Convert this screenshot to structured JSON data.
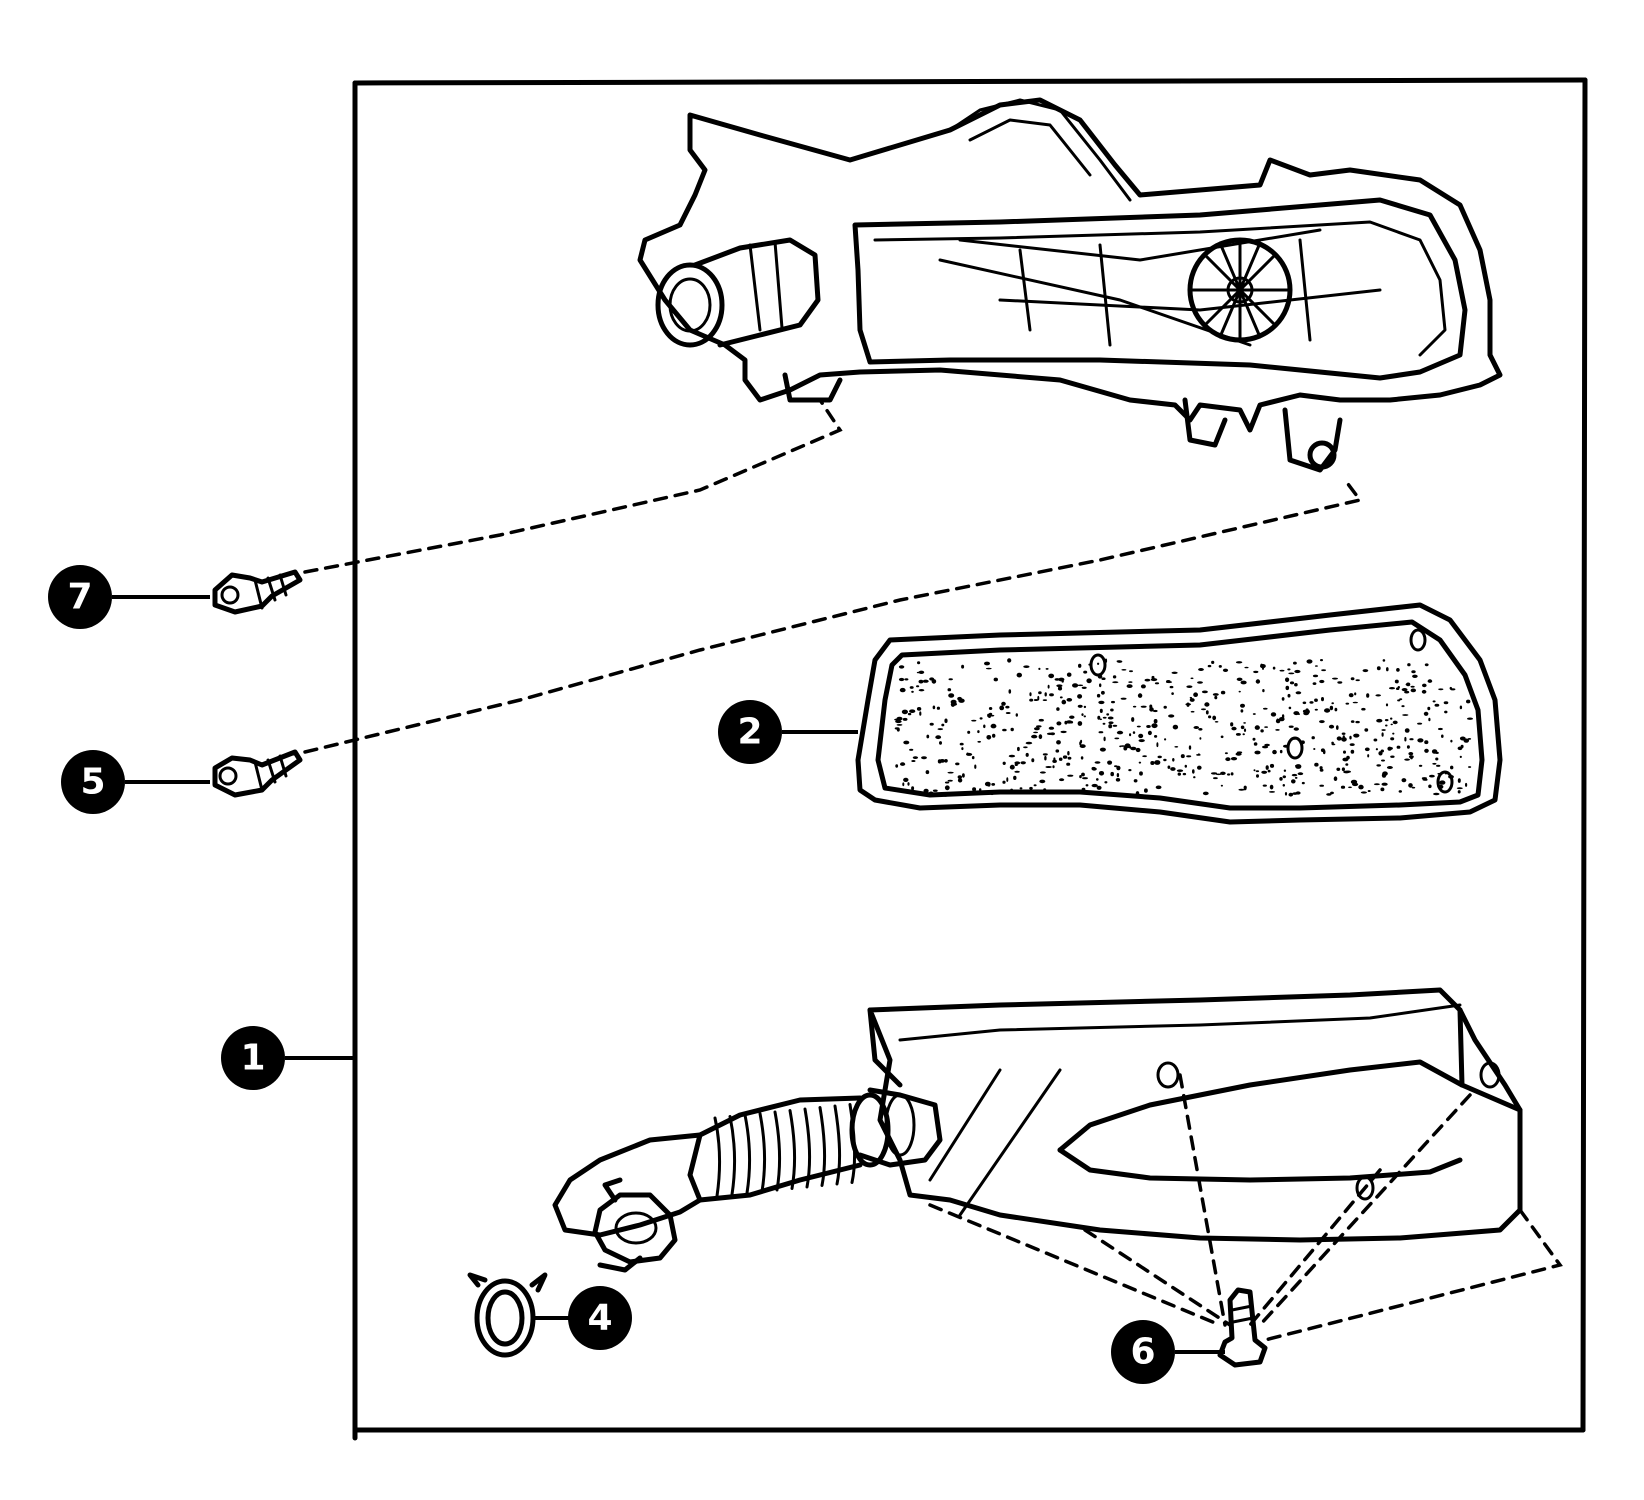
{
  "callouts": [
    {
      "id": "callout-1",
      "label": "1"
    },
    {
      "id": "callout-2",
      "label": "2"
    },
    {
      "id": "callout-4",
      "label": "4"
    },
    {
      "id": "callout-5",
      "label": "5"
    },
    {
      "id": "callout-6",
      "label": "6"
    },
    {
      "id": "callout-7",
      "label": "7"
    }
  ],
  "parts": [
    "air-cleaner-cover",
    "foam-filter-element",
    "air-cleaner-base-with-hose",
    "hose-clamp",
    "screw",
    "base-screw",
    "cover-screw"
  ]
}
